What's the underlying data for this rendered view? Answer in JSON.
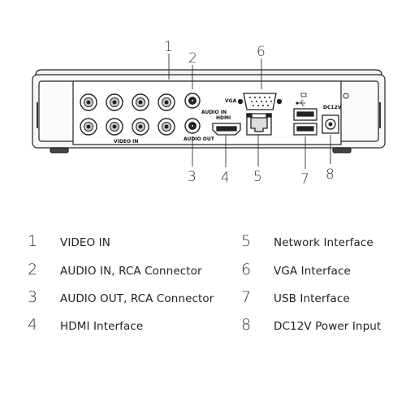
{
  "callouts": [
    "1",
    "2",
    "3",
    "4",
    "5",
    "6",
    "7",
    "8"
  ],
  "panel_labels": {
    "video_in": "VIDEO IN",
    "vga": "VGA",
    "hdmi": "HDMI",
    "audio_in": "AUDIO IN",
    "audio_out": "AUDIO OUT",
    "dc": "DC12V"
  },
  "legend": [
    {
      "num": "1",
      "label": "VIDEO IN"
    },
    {
      "num": "2",
      "label": "AUDIO IN, RCA Connector"
    },
    {
      "num": "3",
      "label": "AUDIO OUT, RCA Connector"
    },
    {
      "num": "4",
      "label": "HDMI Interface"
    },
    {
      "num": "5",
      "label": "Network Interface"
    },
    {
      "num": "6",
      "label": "VGA Interface"
    },
    {
      "num": "7",
      "label": "USB Interface"
    },
    {
      "num": "8",
      "label": "DC12V Power Input"
    }
  ]
}
